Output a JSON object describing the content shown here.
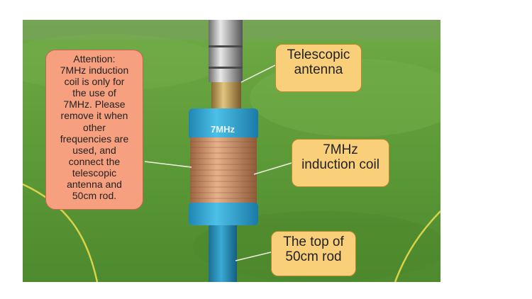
{
  "photo": {
    "coil_label": "7MHz"
  },
  "callouts": {
    "attention": {
      "lines": [
        "Attention:",
        "7MHz induction",
        "coil is only for",
        "the use of",
        "7MHz. Please",
        "remove it when",
        "other",
        "frequencies are",
        "used, and",
        "connect the",
        "telescopic",
        "antenna and",
        "50cm rod."
      ]
    },
    "telescopic_antenna": {
      "lines": [
        "Telescopic",
        "antenna"
      ]
    },
    "induction_coil": {
      "lines": [
        "7MHz",
        "induction coil"
      ]
    },
    "rod_top": {
      "lines": [
        "The top of",
        "50cm rod"
      ]
    }
  },
  "colors": {
    "yellow_callout": "#f9cf7a",
    "salmon_callout": "#f7a07f",
    "grass": "#5f9e3a",
    "coil_housing": "#2fa4cf",
    "copper_wire": "#c98a5a"
  }
}
